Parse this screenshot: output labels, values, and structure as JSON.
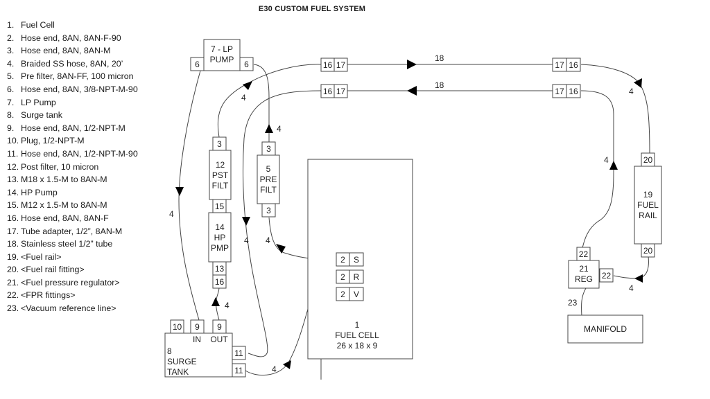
{
  "title": "E30 CUSTOM FUEL SYSTEM",
  "legend": [
    {
      "num": "1.",
      "text": "Fuel Cell"
    },
    {
      "num": "2.",
      "text": "Hose end, 8AN, 8AN-F-90"
    },
    {
      "num": "3.",
      "text": "Hose end, 8AN, 8AN-M"
    },
    {
      "num": "4.",
      "text": "Braided SS hose, 8AN, 20’"
    },
    {
      "num": "5.",
      "text": "Pre filter,  8AN-FF, 100 micron"
    },
    {
      "num": "6.",
      "text": "Hose end, 8AN, 3/8-NPT-M-90"
    },
    {
      "num": "7.",
      "text": "LP Pump"
    },
    {
      "num": "8.",
      "text": "Surge tank"
    },
    {
      "num": "9.",
      "text": "Hose end, 8AN, 1/2-NPT-M"
    },
    {
      "num": "10.",
      "text": "Plug, 1/2-NPT-M"
    },
    {
      "num": "11.",
      "text": "Hose end, 8AN, 1/2-NPT-M-90"
    },
    {
      "num": "12.",
      "text": "Post filter,  10 micron"
    },
    {
      "num": "13.",
      "text": "M18 x 1.5-M to 8AN-M"
    },
    {
      "num": "14.",
      "text": "HP Pump"
    },
    {
      "num": "15.",
      "text": "M12 x 1.5-M to 8AN-M"
    },
    {
      "num": "16.",
      "text": "Hose end, 8AN, 8AN-F"
    },
    {
      "num": "17.",
      "text": "Tube adapter, 1/2”, 8AN-M"
    },
    {
      "num": "18.",
      "text": "Stainless steel 1/2” tube"
    },
    {
      "num": "19.",
      "text": "<Fuel rail>"
    },
    {
      "num": "20.",
      "text": "<Fuel rail fitting>"
    },
    {
      "num": "21.",
      "text": "<Fuel pressure regulator>"
    },
    {
      "num": "22.",
      "text": "<FPR fittings>"
    },
    {
      "num": "23.",
      "text": "<Vacuum reference line>"
    }
  ],
  "components": {
    "lp_pump": {
      "line1": "7 - LP",
      "line2": "PUMP",
      "left_fitting": "6",
      "right_fitting": "6"
    },
    "post_filter": {
      "line1": "12",
      "line2": "PST",
      "line3": "FILT",
      "top_fitting": "3",
      "bottom_fitting": "15"
    },
    "hp_pump": {
      "line1": "14",
      "line2": "HP",
      "line3": "PMP",
      "fitting_a": "13",
      "fitting_b": "16"
    },
    "pre_filter": {
      "line1": "5",
      "line2": "PRE",
      "line3": "FILT",
      "top_fitting": "3",
      "bottom_fitting": "3"
    },
    "surge_tank": {
      "line1": "8",
      "line2": "SURGE",
      "line3": "TANK",
      "plug": "10",
      "in_fitting": "9",
      "out_fitting": "9",
      "in_label": "IN",
      "out_label": "OUT",
      "side_fitting_1": "11",
      "side_fitting_2": "11"
    },
    "fuel_cell": {
      "line1": "1",
      "line2": "FUEL CELL",
      "line3": "26 x 18 x 9",
      "ports": [
        {
          "fitting": "2",
          "port": "S"
        },
        {
          "fitting": "2",
          "port": "R"
        },
        {
          "fitting": "2",
          "port": "V"
        }
      ]
    },
    "tube_supply": {
      "left_a": "16",
      "left_b": "17",
      "right_a": "17",
      "right_b": "16",
      "label": "18"
    },
    "tube_return": {
      "left_a": "16",
      "left_b": "17",
      "right_a": "17",
      "right_b": "16",
      "label": "18"
    },
    "fuel_rail": {
      "line1": "19",
      "line2": "FUEL",
      "line3": "RAIL",
      "top_fitting": "20",
      "bottom_fitting": "20"
    },
    "regulator": {
      "line1": "21",
      "line2": "REG",
      "top_fitting": "22",
      "side_fitting": "22"
    },
    "manifold": {
      "label": "MANIFOLD"
    },
    "vacuum_label": "23",
    "hose_label": "4"
  }
}
